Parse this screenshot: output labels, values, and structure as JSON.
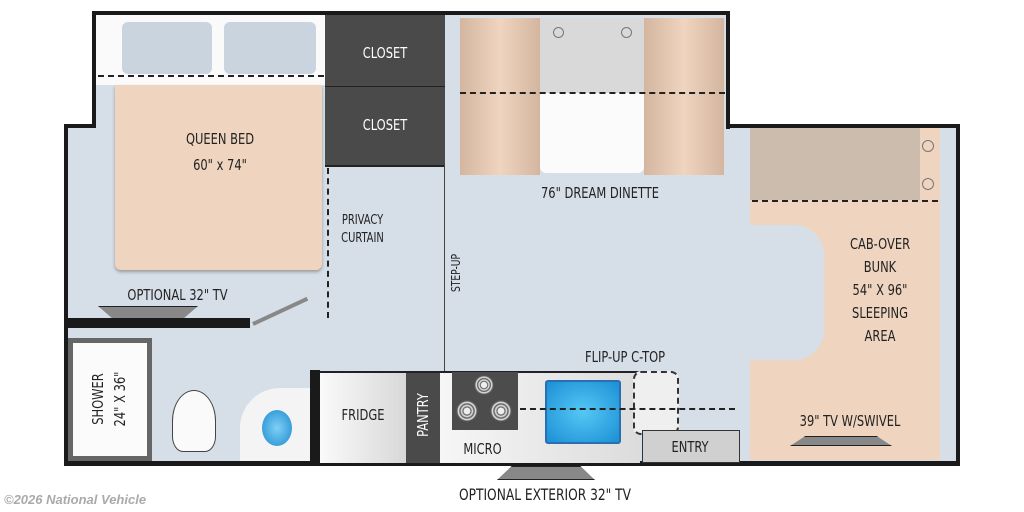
{
  "labels": {
    "queen_bed": "QUEEN BED",
    "queen_bed_size": "60\" x 74\"",
    "closet_1": "CLOSET",
    "closet_2": "CLOSET",
    "dinette": "76\" DREAM DINETTE",
    "privacy_curtain_1": "PRIVACY",
    "privacy_curtain_2": "CURTAIN",
    "step_up": "STEP-UP",
    "optional_tv": "OPTIONAL 32\" TV",
    "cab_over_1": "CAB-OVER",
    "cab_over_2": "BUNK",
    "cab_over_3": "54\" X 96\"",
    "cab_over_4": "SLEEPING",
    "cab_over_5": "AREA",
    "shower_1": "SHOWER",
    "shower_2": "24\" X 36\"",
    "fridge": "FRIDGE",
    "pantry": "PANTRY",
    "micro": "MICRO",
    "flip_up": "FLIP-UP C-TOP",
    "entry": "ENTRY",
    "tv_swivel": "39\" TV W/SWIVEL",
    "exterior_tv": "OPTIONAL EXTERIOR 32\" TV"
  },
  "copyright": "©2026 National Vehicle",
  "colors": {
    "floor": "#d6dee7",
    "bed": "#efd4bf",
    "closet": "#4a4a4a",
    "sink": "#2ba3e0"
  }
}
